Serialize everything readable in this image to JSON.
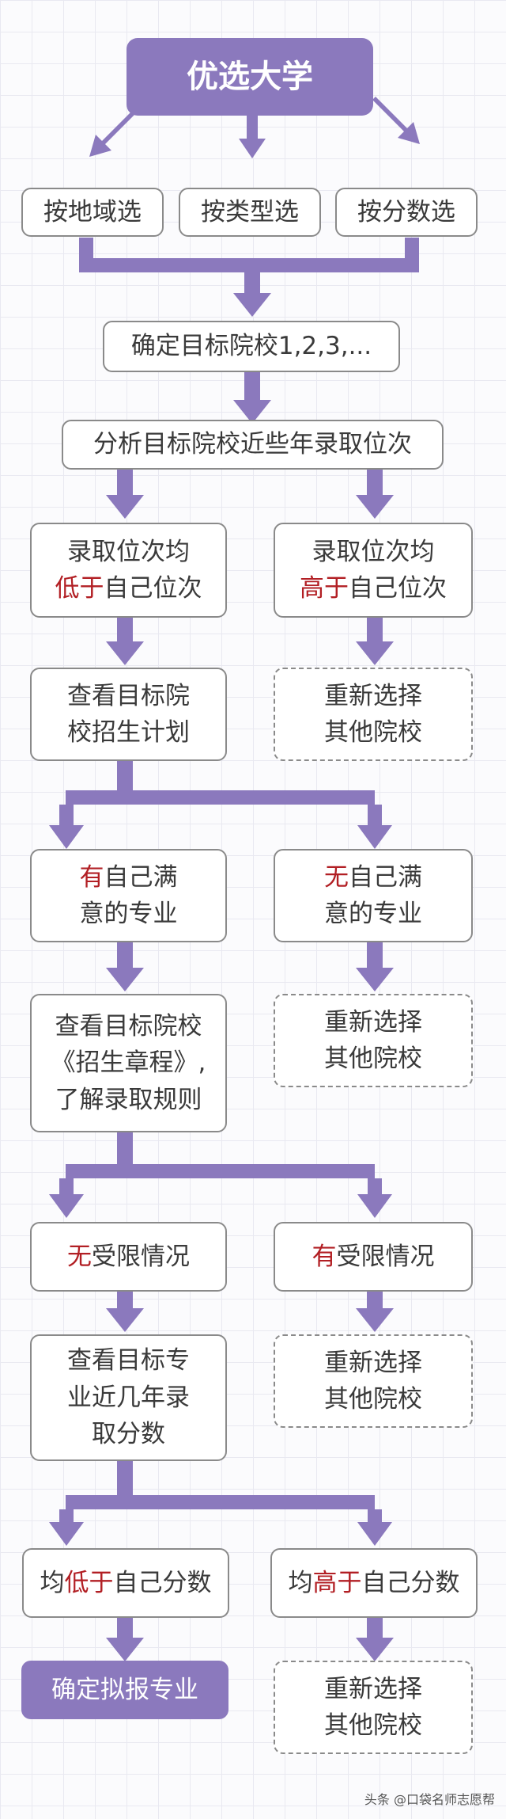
{
  "title": "优选大学",
  "selectors": [
    "按地域选",
    "按类型选",
    "按分数选"
  ],
  "step_confirm": "确定目标院校1,2,3,...",
  "step_analyze": "分析目标院校近些年录取位次",
  "rank_low": {
    "line1": "录取位次均",
    "hl": "低于",
    "rest": "自己位次"
  },
  "rank_high": {
    "line1": "录取位次均",
    "hl": "高于",
    "rest": "自己位次"
  },
  "plan": [
    "查看目标院",
    "校招生计划"
  ],
  "reselect": [
    "重新选择",
    "其他院校"
  ],
  "major_yes": {
    "hl": "有",
    "rest": "自己满",
    "line2": "意的专业"
  },
  "major_no": {
    "hl": "无",
    "rest": "自己满",
    "line2": "意的专业"
  },
  "charter": [
    "查看目标院校",
    "《招生章程》,",
    "了解录取规则"
  ],
  "limit_no": {
    "hl": "无",
    "rest": "受限情况"
  },
  "limit_yes": {
    "hl": "有",
    "rest": "受限情况"
  },
  "scores": [
    "查看目标专",
    "业近几年录",
    "取分数"
  ],
  "score_low": {
    "pre": "均",
    "hl": "低于",
    "rest": "自己分数"
  },
  "score_high": {
    "pre": "均",
    "hl": "高于",
    "rest": "自己分数"
  },
  "final": "确定拟报专业",
  "watermark": "头条 @口袋名师志愿帮",
  "colors": {
    "arrow": "#8b79bd",
    "highlight": "#b21f24",
    "border": "#8a8a8a"
  }
}
